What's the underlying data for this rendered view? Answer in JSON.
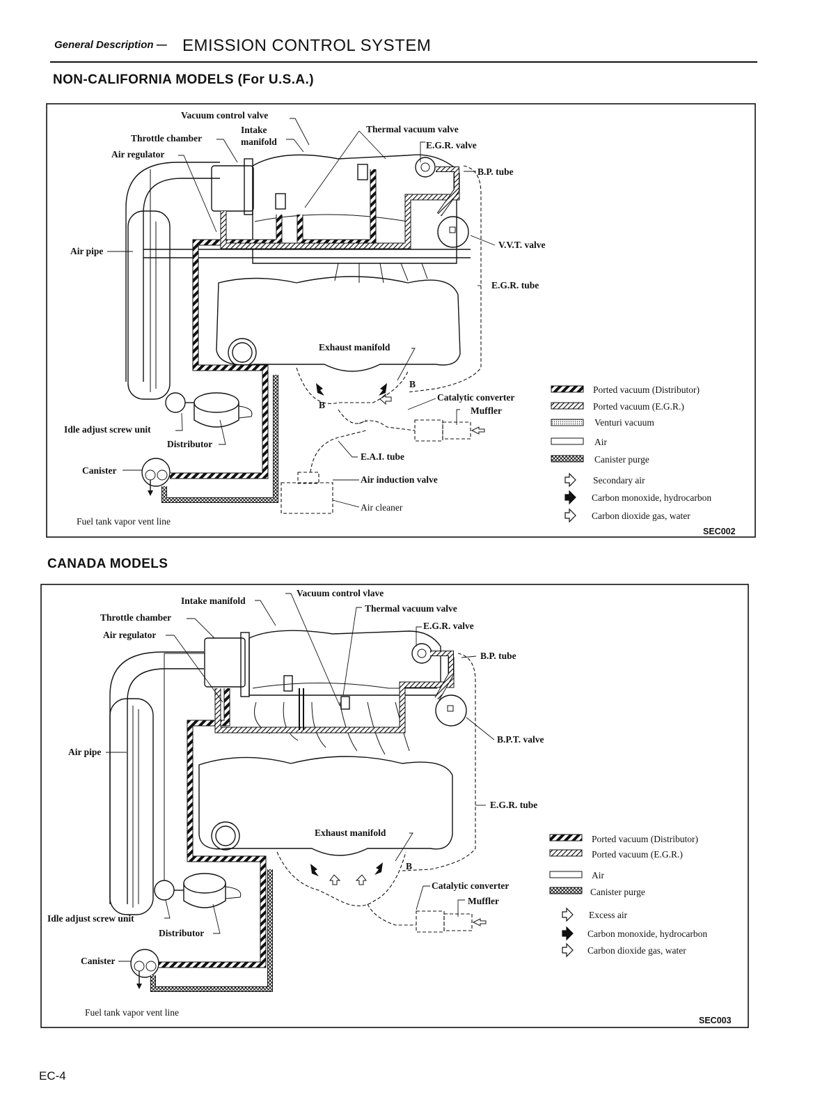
{
  "header": {
    "prefix": "General Description —",
    "title": "EMISSION CONTROL SYSTEM"
  },
  "footer": {
    "page": "EC-4"
  },
  "diagrams": [
    {
      "title": "NON-CALIFORNIA MODELS (For U.S.A.)",
      "code": "SEC002",
      "labels": {
        "vacuum_control_valve": "Vacuum control valve",
        "intake_manifold_1": "Intake",
        "intake_manifold_2": "manifold",
        "throttle_chamber": "Throttle chamber",
        "air_regulator": "Air regulator",
        "thermal_vacuum_valve": "Thermal vacuum valve",
        "egr_valve": "E.G.R. valve",
        "bp_tube": "B.P. tube",
        "vvt_valve": "V.V.T. valve",
        "air_pipe": "Air pipe",
        "egr_tube": "E.G.R. tube",
        "exhaust_manifold": "Exhaust manifold",
        "catalytic_converter": "Catalytic converter",
        "muffler": "Muffler",
        "idle_adjust_screw_unit": "Idle adjust screw unit",
        "distributor": "Distributor",
        "eai_tube": "E.A.I. tube",
        "canister": "Canister",
        "air_induction_valve": "Air induction valve",
        "air_cleaner": "Air cleaner",
        "fuel_tank_vapor_vent_line": "Fuel tank vapor vent line"
      },
      "legend": {
        "ported_vacuum_distributor": "Ported vacuum (Distributor)",
        "ported_vacuum_egr": "Ported vacuum (E.G.R.)",
        "venturi_vacuum": "Venturi vacuum",
        "air": "Air",
        "canister_purge": "Canister purge",
        "secondary_air": "Secondary air",
        "carbon_monoxide": "Carbon monoxide, hydrocarbon",
        "carbon_dioxide": "Carbon dioxide gas, water"
      }
    },
    {
      "title": "CANADA MODELS",
      "code": "SEC003",
      "labels": {
        "intake_manifold": "Intake manifold",
        "vacuum_control_valve": "Vacuum control vlave",
        "thermal_vacuum_valve": "Thermal vacuum valve",
        "throttle_chamber": "Throttle chamber",
        "air_regulator": "Air regulator",
        "egr_valve": "E.G.R. valve",
        "bp_tube": "B.P. tube",
        "bpt_valve": "B.P.T. valve",
        "air_pipe": "Air pipe",
        "egr_tube": "E.G.R. tube",
        "exhaust_manifold": "Exhaust manifold",
        "catalytic_converter": "Catalytic converter",
        "muffler": "Muffler",
        "idle_adjust_screw_unit": "Idle adjust screw unit",
        "distributor": "Distributor",
        "canister": "Canister",
        "fuel_tank_vapor_vent_line": "Fuel tank vapor vent line"
      },
      "legend": {
        "ported_vacuum_distributor": "Ported vacuum (Distributor)",
        "ported_vacuum_egr": "Ported vacuum (E.G.R.)",
        "air": "Air",
        "canister_purge": "Canister purge",
        "excess_air": "Excess air",
        "carbon_monoxide": "Carbon monoxide, hydrocarbon",
        "carbon_dioxide": "Carbon dioxide gas, water"
      }
    }
  ]
}
